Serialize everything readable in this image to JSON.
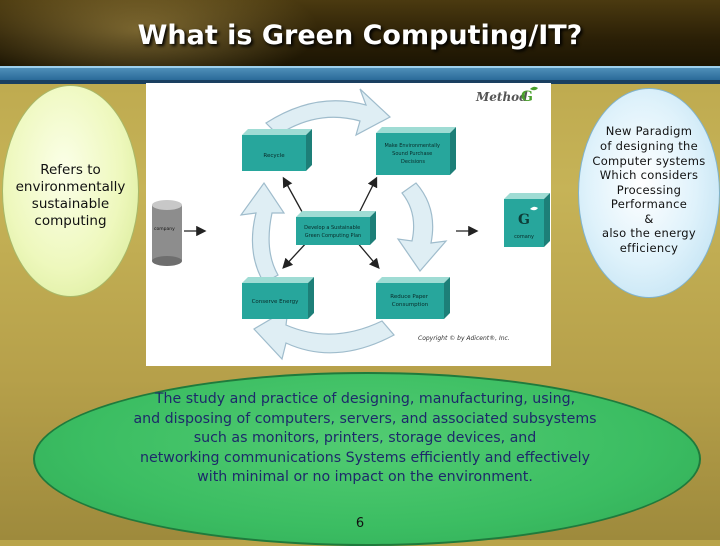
{
  "slide": {
    "title": "What is Green Computing/IT?",
    "left_note": "Refers to environmentally sustainable computing",
    "right_note": "New Paradigm\nof  designing the\nComputer systems\nWhich considers\nProcessing\nPerformance\n&\nalso the energy\nefficiency",
    "definition": "The study and practice of designing, manufacturing, using,\nand disposing of computers, servers, and associated subsystems\nsuch as monitors, printers, storage devices, and\nnetworking communications Systems  efficiently and effectively\nwith minimal or  no impact on the environment.",
    "page_number": "6"
  },
  "diagram": {
    "logo_text": "Method",
    "logo_mark": "G",
    "boxes": {
      "recycle": "Recycle",
      "decisions": "Make Environmentally\nSound Purchase\nDecisions",
      "plan": "Develop a Sustainable\nGreen Computing Plan",
      "conserve": "Conserve Energy",
      "reduce": "Reduce Paper\nConsumption"
    },
    "company_label": "company",
    "g_company_mark": "G",
    "g_company_label": "comany",
    "copyright": "Copyright © by Adicent®, Inc.",
    "colors": {
      "box_front": "#27a69c",
      "box_top": "#9fdcd4",
      "box_side": "#1d7f78",
      "arrow_fill": "#dfeef4",
      "arrow_stroke": "#9fbccc",
      "logo_green": "#4aa02c"
    }
  }
}
